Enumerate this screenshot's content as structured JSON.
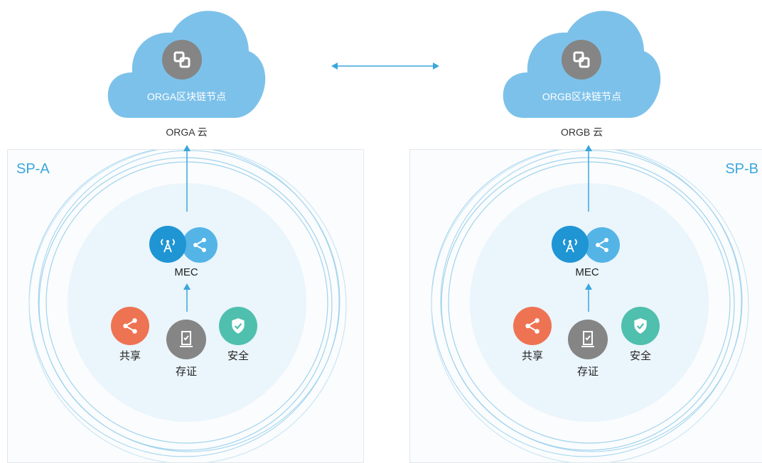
{
  "clouds": [
    {
      "node_label": "ORGA区块链节点",
      "caption": "ORGA 云",
      "node_icon": "blockchain-node-icon"
    },
    {
      "node_label": "ORGB区块链节点",
      "caption": "ORGB 云",
      "node_icon": "blockchain-node-icon"
    }
  ],
  "panels": [
    {
      "title": "SP-A",
      "mec_label": "MEC",
      "services": [
        {
          "label": "共享",
          "icon": "share-icon",
          "color": "#ee7353"
        },
        {
          "label": "存证",
          "icon": "evidence-icon",
          "color": "#858585"
        },
        {
          "label": "安全",
          "icon": "shield-check-icon",
          "color": "#4fbfae"
        }
      ]
    },
    {
      "title": "SP-B",
      "mec_label": "MEC",
      "services": [
        {
          "label": "共享",
          "icon": "share-icon",
          "color": "#ee7353"
        },
        {
          "label": "存证",
          "icon": "evidence-icon",
          "color": "#858585"
        },
        {
          "label": "安全",
          "icon": "shield-check-icon",
          "color": "#4fbfae"
        }
      ]
    }
  ],
  "colors": {
    "cloud": "#7cc1ea",
    "accent": "#3aa6dc",
    "mec_dark": "#1f95d3",
    "mec_light": "#54b4e6",
    "ring": "#9fd3ee",
    "inner_fill": "#eaf5fc"
  }
}
